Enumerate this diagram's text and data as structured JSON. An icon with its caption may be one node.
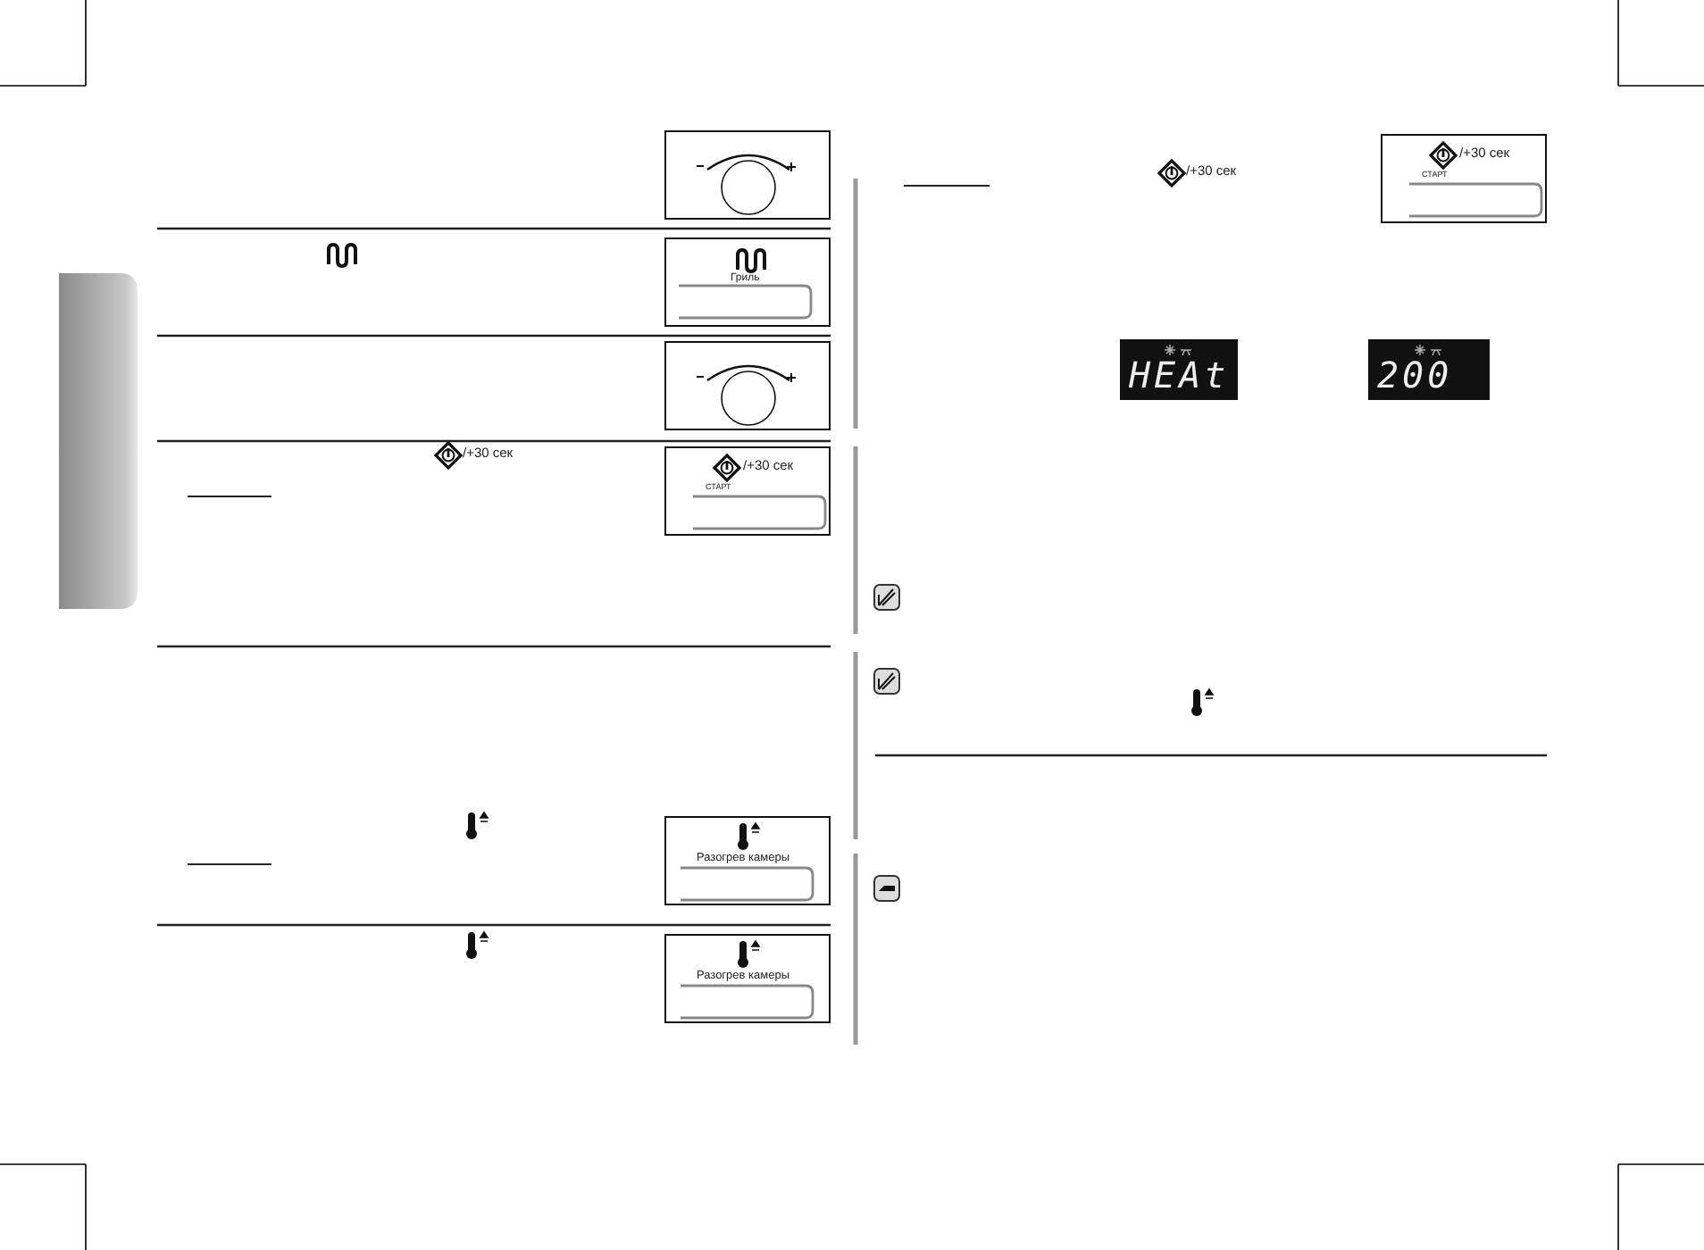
{
  "diagram": {
    "nodes": [
      {
        "text": [],
        "shape": "box"
      }
    ],
    "labels": [
      "Гриль",
      "/+30 сек",
      "/+30 сек",
      "СТАРТ",
      "Разогрев камеры",
      "Разогрев камеры",
      "/+30 сек",
      "/+30 сек",
      "СТАРТ",
      "HEAt",
      "200"
    ]
  }
}
